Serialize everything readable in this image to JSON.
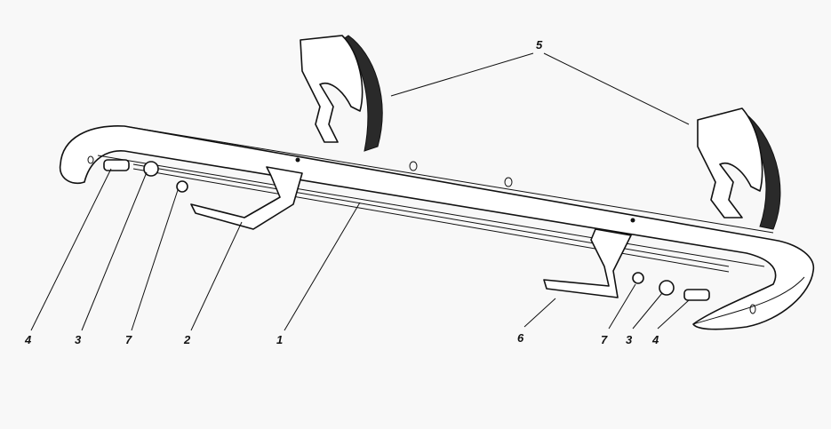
{
  "diagram": {
    "callouts": [
      {
        "id": "c4l",
        "text": "4"
      },
      {
        "id": "c3l",
        "text": "3"
      },
      {
        "id": "c7l",
        "text": "7"
      },
      {
        "id": "c2",
        "text": "2"
      },
      {
        "id": "c1",
        "text": "1"
      },
      {
        "id": "c6",
        "text": "6"
      },
      {
        "id": "c7r",
        "text": "7"
      },
      {
        "id": "c3r",
        "text": "3"
      },
      {
        "id": "c4r",
        "text": "4"
      },
      {
        "id": "c5",
        "text": "5"
      }
    ]
  }
}
